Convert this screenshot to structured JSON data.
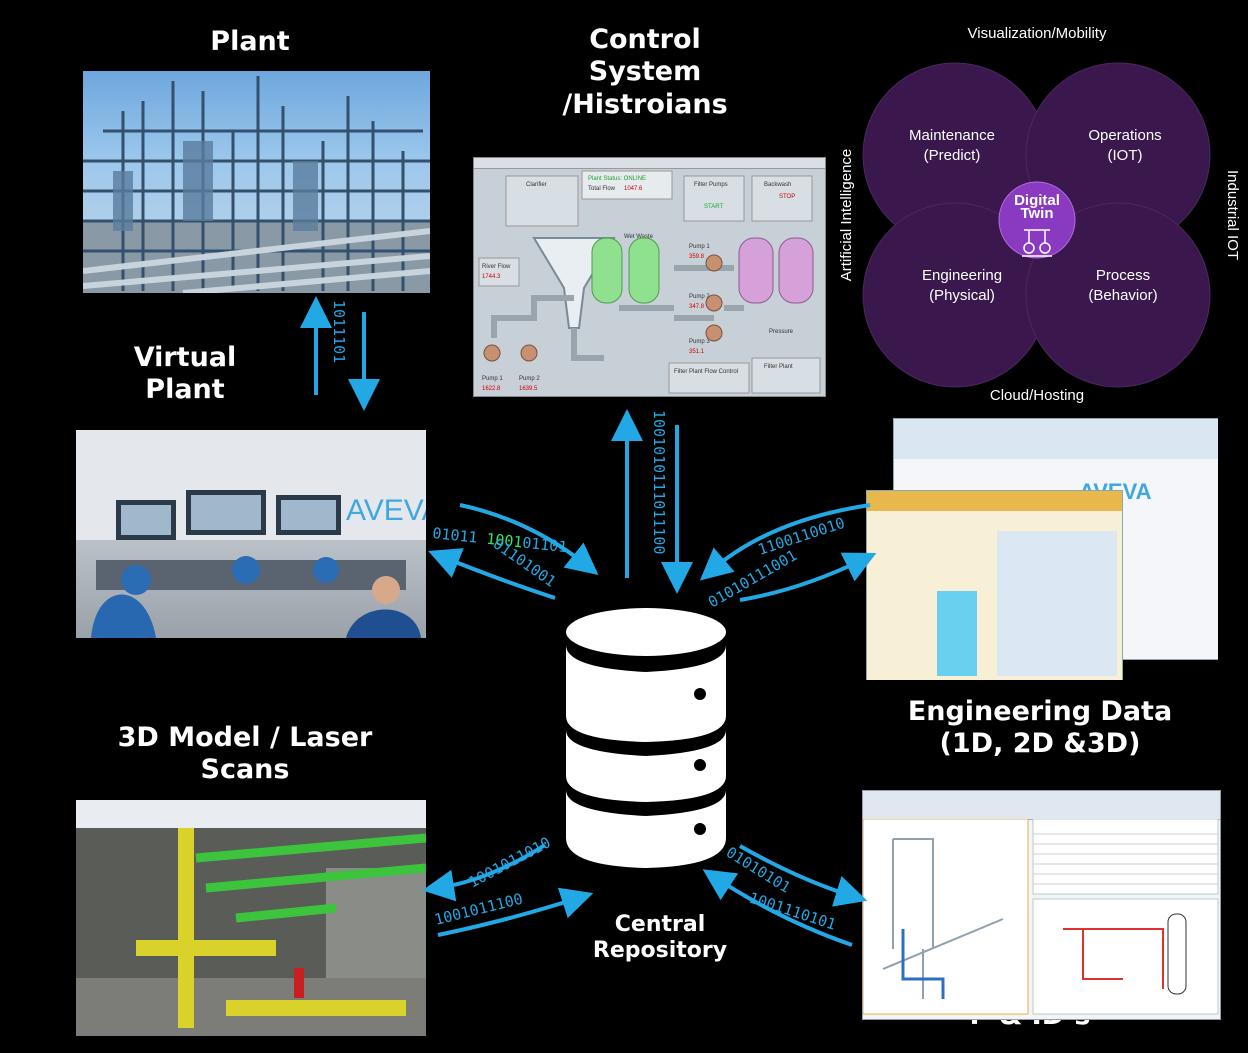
{
  "labels": {
    "plant": "Plant",
    "control_system": [
      "Control",
      "System",
      "/Histroians"
    ],
    "virtual_plant": [
      "Virtual",
      "Plant"
    ],
    "model_3d": [
      "3D Model / Laser",
      "Scans"
    ],
    "engineering_data": [
      "Engineering  Data",
      "(1D, 2D &3D)"
    ],
    "pids": "P & ID’s",
    "central_repository": [
      "Central",
      "Repository"
    ]
  },
  "venn": {
    "top": "Visualization/Mobility",
    "bottom": "Cloud/Hosting",
    "left": "Artificial Intelligence",
    "right": "Industrial IOT",
    "maintenance": [
      "Maintenance",
      "(Predict)"
    ],
    "operations": [
      "Operations",
      "(IOT)"
    ],
    "engineering": [
      "Engineering",
      "(Physical)"
    ],
    "process": [
      "Process",
      "(Behavior)"
    ],
    "center": [
      "Digital",
      "Twin"
    ]
  },
  "scada": {
    "status": "Plant Status: ONLINE",
    "total_flow_label": "Total Flow",
    "total_flow_value": "1047.6",
    "clarifier": "Clarifier",
    "filter_pumps": "Filter Pumps",
    "backwash": "Backwash",
    "wet_waste": "Wet Waste",
    "river_flow": "River Flow",
    "river_flow_value": "1744.3",
    "pump1": "Pump 1",
    "pump2": "Pump 2",
    "pump3": "Pump 3",
    "pressure": "Pressure",
    "filter_plant": "Filter Plant",
    "filter_flow_control": "Filter Plant Flow Control",
    "start": "START",
    "stop": "STOP",
    "online": "ONLINE",
    "pump_values": [
      "1622.8",
      "1639.5"
    ],
    "filter_pump_values": [
      "359.8",
      "347.8",
      "351.1"
    ]
  },
  "bits": {
    "vp_top": "01011 ",
    "vp_top_green": "1001",
    "vp_top_rest": "01101",
    "vp_bot": "01101001",
    "cs_up": "1001010111011100",
    "cs_right": "1011101",
    "ed_top": "1100110010",
    "ed_bot": "01010111001",
    "m3d_top": "1001011010",
    "m3d_bot": "1001011100",
    "pid_top": "01010101",
    "pid_bot": "1001110101"
  },
  "aveva": "AVEVA"
}
